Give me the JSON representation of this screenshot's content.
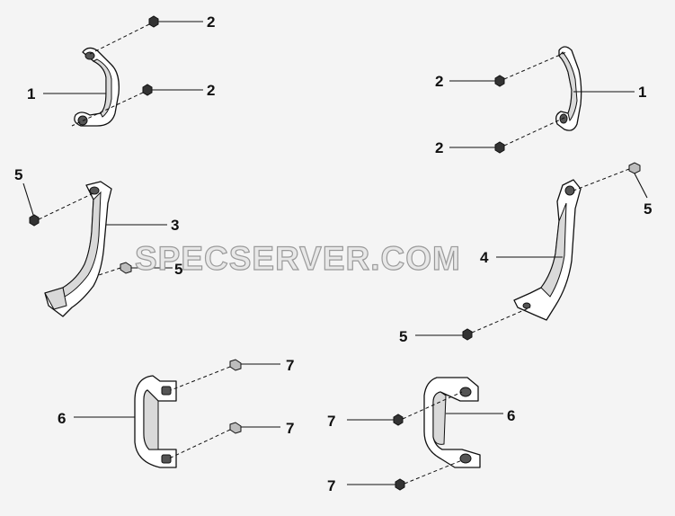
{
  "watermark": "SPECSERVER.COM",
  "callouts": {
    "c1_left_handle": "1",
    "c1_right_handle": "1",
    "c2_top_left_a": "2",
    "c2_top_left_b": "2",
    "c2_top_right_a": "2",
    "c2_top_right_b": "2",
    "c3_left_grab_bar": "3",
    "c4_right_grab_bar": "4",
    "c5_left_upper": "5",
    "c5_left_lower": "5",
    "c5_right_upper": "5",
    "c5_right_lower": "5",
    "c6_left_handle": "6",
    "c6_right_handle": "6",
    "c7_left_upper": "7",
    "c7_left_lower": "7",
    "c7_right_upper": "7",
    "c7_right_lower": "7"
  },
  "colors": {
    "background": "#f4f4f4",
    "line": "#111111",
    "part_fill": "#ffffff",
    "watermark_fill": "#e8e8e8"
  }
}
